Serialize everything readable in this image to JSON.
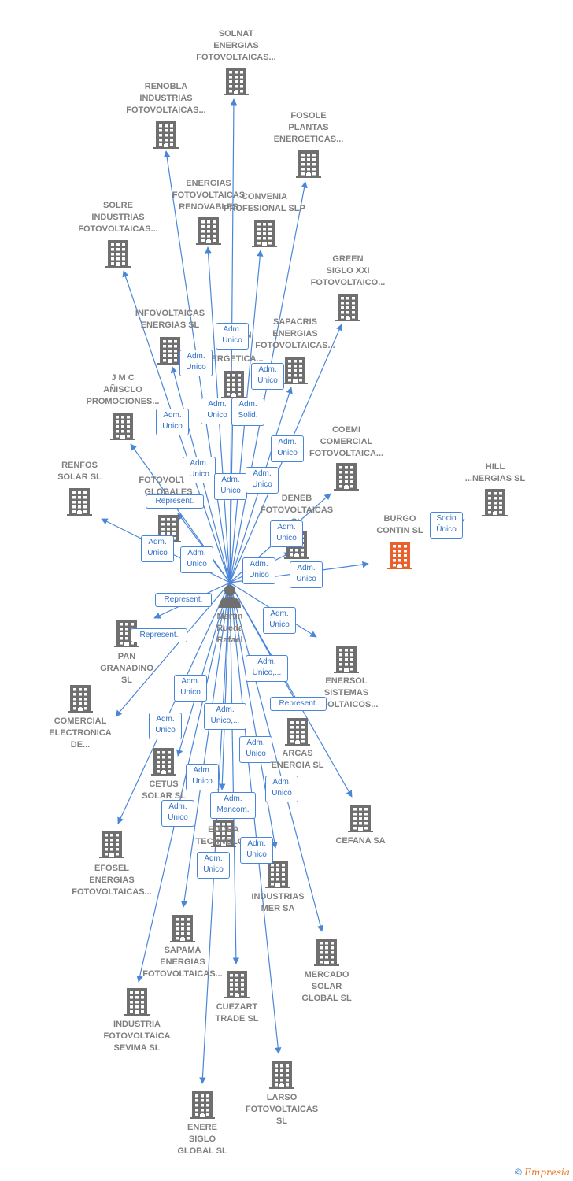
{
  "center": {
    "name": "Martin\nRueda\nRafael"
  },
  "companies": [
    {
      "id": "solnat",
      "label": "SOLNAT\nENERGIAS\nFOTOVOLTAICAS..."
    },
    {
      "id": "renobla",
      "label": "RENOBLA\nINDUSTRIAS\nFOTOVOLTAICAS..."
    },
    {
      "id": "fosole",
      "label": "FOSOLE\nPLANTAS\nENERGETICAS..."
    },
    {
      "id": "energias-fotovoltaicas",
      "label": "ENERGIAS\nFOTOVOLTAICAS\nRENOVABLES"
    },
    {
      "id": "convenia",
      "label": "CONVENIA\nPROFESIONAL SLP"
    },
    {
      "id": "solre",
      "label": "SOLRE\nINDUSTRIAS\nFOTOVOLTAICAS..."
    },
    {
      "id": "green-siglo",
      "label": "GREEN\nSIGLO XXI\nFOTOVOLTAICO..."
    },
    {
      "id": "infovoltaicas",
      "label": "INFOVOLTAICAS\nENERGIAS SL"
    },
    {
      "id": "agrupacion",
      "label": "AG... ON\nE...\n...ERGETICA..."
    },
    {
      "id": "sapacris",
      "label": "SAPACRIS\nENERGIAS\nFOTOVOLTAICAS..."
    },
    {
      "id": "jmc",
      "label": "J M C\nAÑISCLO\nPROMOCIONES..."
    },
    {
      "id": "coemi",
      "label": "COEMI\nCOMERCIAL\nFOTOVOLTAICA..."
    },
    {
      "id": "renfos",
      "label": "RENFOS\nSOLAR SL"
    },
    {
      "id": "fotovoltaicas-globales",
      "label": "FOTOVOLTA...\nGLOBALES\nIB..."
    },
    {
      "id": "hill",
      "label": "HILL\n...NERGIAS SL"
    },
    {
      "id": "deneb",
      "label": "DENEB\nFOTOVOLTAICAS\nSL"
    },
    {
      "id": "burgo",
      "label": "BURGO\nCONTIN SL"
    },
    {
      "id": "pan-granadino",
      "label": "PAN\nGRANADINO\nSL"
    },
    {
      "id": "enersol",
      "label": "ENERSOL\nSISTEMAS\n...VOLTAICOS..."
    },
    {
      "id": "comercial-electronica",
      "label": "COMERCIAL\nELECTRONICA\nDE..."
    },
    {
      "id": "arcas",
      "label": "ARCAS\nENERGIA SL"
    },
    {
      "id": "cetus",
      "label": "CETUS\nSOLAR SL"
    },
    {
      "id": "cefana",
      "label": "CEFANA SA"
    },
    {
      "id": "edora",
      "label": "EDORA\nTECHNOLO...\n..."
    },
    {
      "id": "efosel",
      "label": "EFOSEL\nENERGIAS\nFOTOVOLTAICAS..."
    },
    {
      "id": "industrias-mer",
      "label": "INDUSTRIAS\nMER SA"
    },
    {
      "id": "sapama",
      "label": "SAPAMA\nENERGIAS\nFOTOVOLTAICAS..."
    },
    {
      "id": "mercado-solar",
      "label": "MERCADO\nSOLAR\nGLOBAL SL"
    },
    {
      "id": "cuezart",
      "label": "CUEZART\nTRADE SL"
    },
    {
      "id": "industria-sevima",
      "label": "INDUSTRIA\nFOTOVOLTAICA\nSEVIMA SL"
    },
    {
      "id": "larso",
      "label": "LARSO\nFOTOVOLTAICAS\nSL"
    },
    {
      "id": "enere",
      "label": "ENERE\nSIGLO\nGLOBAL SL"
    }
  ],
  "roles": [
    "Adm.\nUnico",
    "Adm.\nUnico",
    "Adm.\nUnico",
    "Adm.\nUnico",
    "Adm.\nUnico",
    "Adm.\nUnico",
    "Adm.\nSolid.",
    "Adm.\nUnico",
    "Adm.\nUnico",
    "Adm.\nUnico",
    "Adm.\nUnico",
    "Represent.",
    "Adm.\nUnico",
    "Adm.\nUnico",
    "Adm.\nUnico",
    "Adm.\nUnico",
    "Adm.\nUnico",
    "Socio\nÚnico",
    "Represent.",
    "Represent.",
    "Adm.\nUnico",
    "Adm.\nUnico,...",
    "Adm.\nUnico",
    "Represent.",
    "Adm.\nUnico",
    "Adm.\nUnico,...",
    "Adm.\nUnico",
    "Adm.\nUnico",
    "Adm.\nUnico",
    "Adm.\nUnico",
    "Adm.\nMancom.",
    "Adm.\nUnico",
    "Adm.\nUnico"
  ],
  "colors": {
    "edge": "#4a86d8",
    "building": "#6f6f6f",
    "highlight": "#e8612c",
    "person": "#6f6f6f"
  },
  "footer": {
    "copyright": "©",
    "brand": "Empresia"
  }
}
